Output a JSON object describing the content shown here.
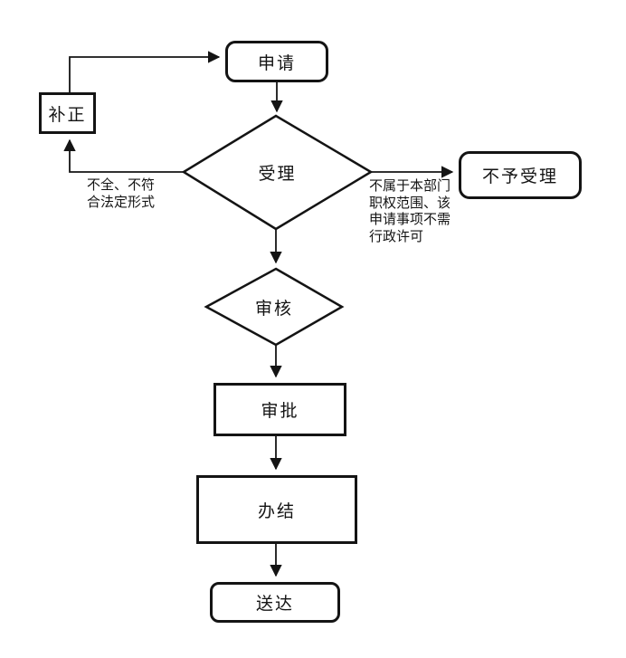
{
  "flowchart": {
    "nodes": {
      "apply": "申请",
      "correction": "补正",
      "accept": "受理",
      "reject": "不予受理",
      "review": "审核",
      "approve": "审批",
      "complete": "办结",
      "deliver": "送达"
    },
    "edge_labels": {
      "incomplete_form": "不全、不符\n合法定形式",
      "not_in_scope": "不属于本部门\n职权范围、该\n申请事项不需\n行政许可"
    },
    "colors": {
      "stroke": "#141414",
      "text": "#141414",
      "background": "#ffffff",
      "node_fill": "#ffffff"
    }
  }
}
